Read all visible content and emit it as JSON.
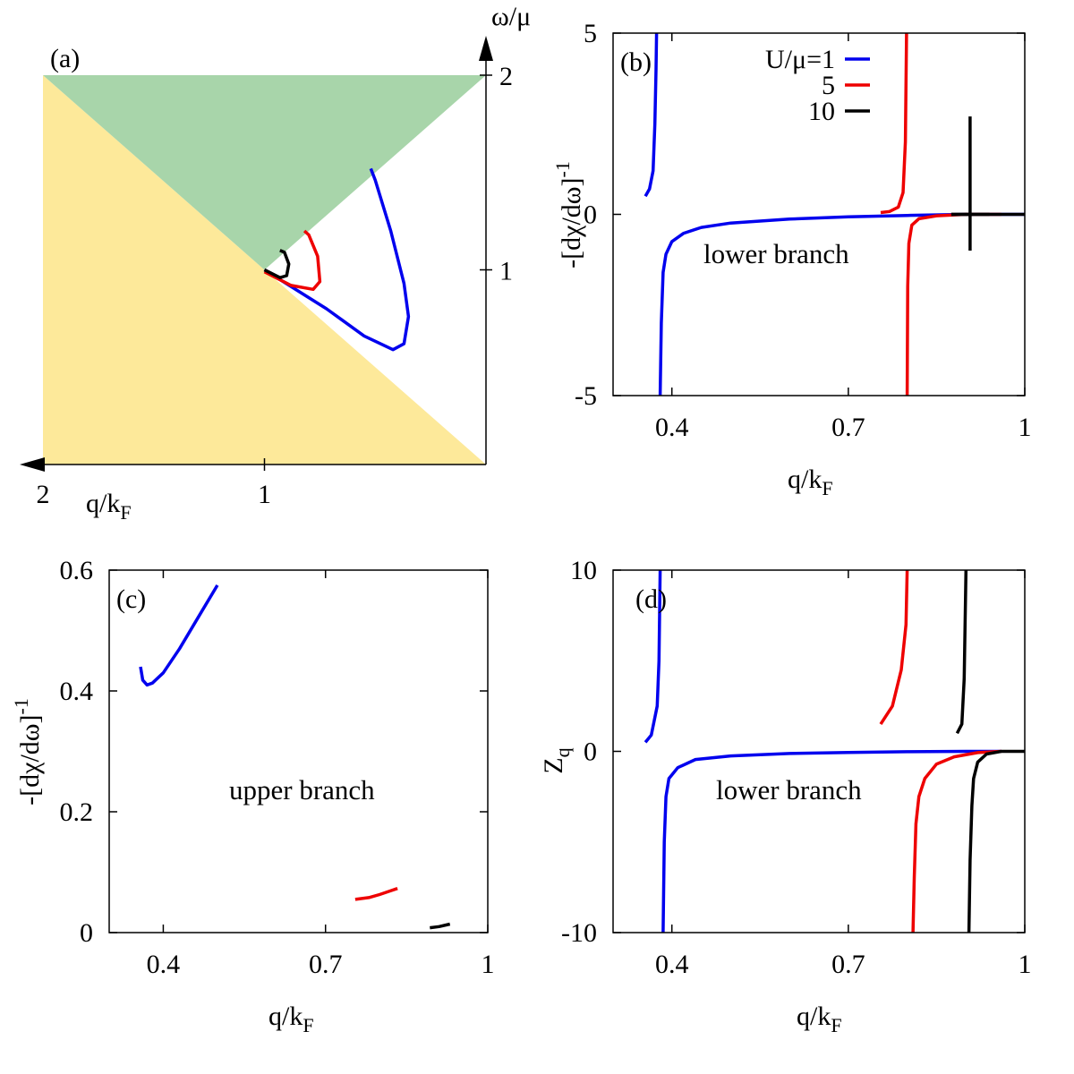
{
  "colors": {
    "u1": "#0000ee",
    "u5": "#ee0000",
    "u10": "#000000",
    "particle_hole_continuum": "#fde99a",
    "upper_continuum": "#a8d5aa"
  },
  "chart_data": [
    {
      "panel": "(a)",
      "type": "line",
      "xlabel_main": "q/k",
      "xlabel_sub": "F",
      "ylabel": "ω/μ",
      "xlim": [
        2,
        0
      ],
      "ylim": [
        0,
        2
      ],
      "xticks": [
        "2",
        "1"
      ],
      "yticks": [
        "1",
        "2"
      ],
      "regions": [
        {
          "name": "particle-hole continuum",
          "polygon": [
            [
              2,
              0
            ],
            [
              2,
              2
            ],
            [
              1,
              1
            ],
            [
              0,
              0
            ]
          ]
        },
        {
          "name": "upper continuum",
          "polygon": [
            [
              2,
              2
            ],
            [
              0,
              2
            ],
            [
              1,
              1
            ]
          ]
        }
      ],
      "series": [
        {
          "color_key": "u1",
          "points": [
            [
              1.0,
              1.0
            ],
            [
              0.72,
              0.8
            ],
            [
              0.55,
              0.66
            ],
            [
              0.42,
              0.59
            ],
            [
              0.37,
              0.62
            ],
            [
              0.35,
              0.76
            ],
            [
              0.37,
              0.93
            ],
            [
              0.43,
              1.2
            ],
            [
              0.5,
              1.46
            ],
            [
              0.52,
              1.52
            ]
          ]
        },
        {
          "color_key": "u5",
          "points": [
            [
              1.0,
              0.99
            ],
            [
              0.88,
              0.92
            ],
            [
              0.78,
              0.9
            ],
            [
              0.75,
              0.94
            ],
            [
              0.76,
              1.07
            ],
            [
              0.8,
              1.18
            ],
            [
              0.82,
              1.2
            ]
          ]
        },
        {
          "color_key": "u10",
          "points": [
            [
              1.0,
              1.0
            ],
            [
              0.93,
              0.96
            ],
            [
              0.9,
              0.97
            ],
            [
              0.89,
              1.03
            ],
            [
              0.91,
              1.09
            ],
            [
              0.93,
              1.1
            ]
          ]
        }
      ]
    },
    {
      "panel": "(b)",
      "type": "line",
      "xlabel_main": "q/k",
      "xlabel_sub": "F",
      "ylabel": "-[dχ/dω]",
      "ylabel_sup": "-1",
      "xlim": [
        0.3,
        1.0
      ],
      "ylim": [
        -5,
        5
      ],
      "xticks": [
        "0.4",
        "0.7",
        "1"
      ],
      "yticks": [
        "-5",
        "0",
        "5"
      ],
      "annotation": "lower branch",
      "legend": [
        {
          "label": "U/μ=1",
          "color_key": "u1"
        },
        {
          "label": "5",
          "color_key": "u5"
        },
        {
          "label": "10",
          "color_key": "u10"
        }
      ],
      "series": [
        {
          "color_key": "u1",
          "points": [
            [
              0.355,
              0.5
            ],
            [
              0.362,
              0.7
            ],
            [
              0.368,
              1.2
            ],
            [
              0.371,
              2.5
            ],
            [
              0.373,
              4.0
            ],
            [
              0.374,
              5.0
            ]
          ]
        },
        {
          "color_key": "u1",
          "points": [
            [
              0.38,
              -5.0
            ],
            [
              0.382,
              -3.0
            ],
            [
              0.385,
              -1.6
            ],
            [
              0.39,
              -1.1
            ],
            [
              0.4,
              -0.75
            ],
            [
              0.42,
              -0.52
            ],
            [
              0.45,
              -0.36
            ],
            [
              0.5,
              -0.24
            ],
            [
              0.6,
              -0.13
            ],
            [
              0.7,
              -0.07
            ],
            [
              0.8,
              -0.03
            ],
            [
              0.9,
              0.0
            ],
            [
              1.0,
              0.0
            ]
          ]
        },
        {
          "color_key": "u5",
          "points": [
            [
              0.755,
              0.05
            ],
            [
              0.77,
              0.08
            ],
            [
              0.785,
              0.2
            ],
            [
              0.793,
              0.6
            ],
            [
              0.797,
              2.0
            ],
            [
              0.799,
              5.0
            ]
          ]
        },
        {
          "color_key": "u5",
          "points": [
            [
              0.8,
              -5.0
            ],
            [
              0.801,
              -2.0
            ],
            [
              0.803,
              -0.8
            ],
            [
              0.808,
              -0.3
            ],
            [
              0.82,
              -0.12
            ],
            [
              0.85,
              -0.04
            ],
            [
              0.9,
              0.0
            ],
            [
              0.96,
              0.0
            ]
          ]
        },
        {
          "color_key": "u10",
          "points": [
            [
              0.875,
              0.0
            ],
            [
              1.0,
              0.0
            ]
          ]
        },
        {
          "color_key": "u10",
          "points": [
            [
              0.907,
              2.7
            ],
            [
              0.907,
              -1.0
            ]
          ]
        },
        {
          "color_key": "u10",
          "points": [
            [
              0.875,
              0.0
            ],
            [
              0.94,
              0.0
            ]
          ]
        }
      ]
    },
    {
      "panel": "(c)",
      "type": "line",
      "xlabel_main": "q/k",
      "xlabel_sub": "F",
      "ylabel": "-[dχ/dω]",
      "ylabel_sup": "-1",
      "xlim": [
        0.3,
        1.0
      ],
      "ylim": [
        0,
        0.6
      ],
      "xticks": [
        "0.4",
        "0.7",
        "1"
      ],
      "yticks": [
        "0",
        "0.2",
        "0.4",
        "0.6"
      ],
      "annotation": "upper branch",
      "series": [
        {
          "color_key": "u1",
          "points": [
            [
              0.358,
              0.44
            ],
            [
              0.362,
              0.418
            ],
            [
              0.37,
              0.41
            ],
            [
              0.38,
              0.413
            ],
            [
              0.4,
              0.43
            ],
            [
              0.43,
              0.47
            ],
            [
              0.47,
              0.53
            ],
            [
              0.5,
              0.575
            ]
          ]
        },
        {
          "color_key": "u5",
          "points": [
            [
              0.755,
              0.055
            ],
            [
              0.78,
              0.058
            ],
            [
              0.8,
              0.063
            ],
            [
              0.82,
              0.069
            ],
            [
              0.833,
              0.073
            ]
          ]
        },
        {
          "color_key": "u10",
          "points": [
            [
              0.893,
              0.008
            ],
            [
              0.91,
              0.01
            ],
            [
              0.93,
              0.014
            ]
          ]
        }
      ]
    },
    {
      "panel": "(d)",
      "type": "line",
      "xlabel_main": "q/k",
      "xlabel_sub": "F",
      "ylabel": "Z",
      "ylabel_sub": "q",
      "xlim": [
        0.3,
        1.0
      ],
      "ylim": [
        -10,
        10
      ],
      "xticks": [
        "0.4",
        "0.7",
        "1"
      ],
      "yticks": [
        "-10",
        "0",
        "10"
      ],
      "annotation": "lower branch",
      "series": [
        {
          "color_key": "u1",
          "points": [
            [
              0.355,
              0.5
            ],
            [
              0.365,
              0.9
            ],
            [
              0.375,
              2.5
            ],
            [
              0.378,
              5.0
            ],
            [
              0.38,
              10.0
            ]
          ]
        },
        {
          "color_key": "u1",
          "points": [
            [
              0.385,
              -10.0
            ],
            [
              0.387,
              -5.0
            ],
            [
              0.39,
              -2.5
            ],
            [
              0.395,
              -1.5
            ],
            [
              0.41,
              -0.9
            ],
            [
              0.44,
              -0.45
            ],
            [
              0.5,
              -0.25
            ],
            [
              0.6,
              -0.12
            ],
            [
              0.7,
              -0.06
            ],
            [
              0.8,
              -0.02
            ],
            [
              0.9,
              0.0
            ],
            [
              0.96,
              0.0
            ]
          ]
        },
        {
          "color_key": "u5",
          "points": [
            [
              0.755,
              1.5
            ],
            [
              0.775,
              2.5
            ],
            [
              0.79,
              4.5
            ],
            [
              0.798,
              7.0
            ],
            [
              0.8,
              10.0
            ]
          ]
        },
        {
          "color_key": "u5",
          "points": [
            [
              0.81,
              -10.0
            ],
            [
              0.812,
              -7.0
            ],
            [
              0.815,
              -4.0
            ],
            [
              0.82,
              -2.5
            ],
            [
              0.83,
              -1.5
            ],
            [
              0.85,
              -0.7
            ],
            [
              0.88,
              -0.3
            ],
            [
              0.92,
              -0.07
            ],
            [
              0.96,
              0.0
            ]
          ]
        },
        {
          "color_key": "u10",
          "points": [
            [
              0.885,
              1.0
            ],
            [
              0.893,
              1.5
            ],
            [
              0.897,
              4.0
            ],
            [
              0.9,
              10.0
            ]
          ]
        },
        {
          "color_key": "u10",
          "points": [
            [
              0.905,
              -10.0
            ],
            [
              0.907,
              -6.0
            ],
            [
              0.91,
              -3.0
            ],
            [
              0.913,
              -1.5
            ],
            [
              0.92,
              -0.6
            ],
            [
              0.935,
              -0.15
            ],
            [
              0.96,
              0.0
            ],
            [
              1.0,
              0.0
            ]
          ]
        }
      ]
    }
  ]
}
